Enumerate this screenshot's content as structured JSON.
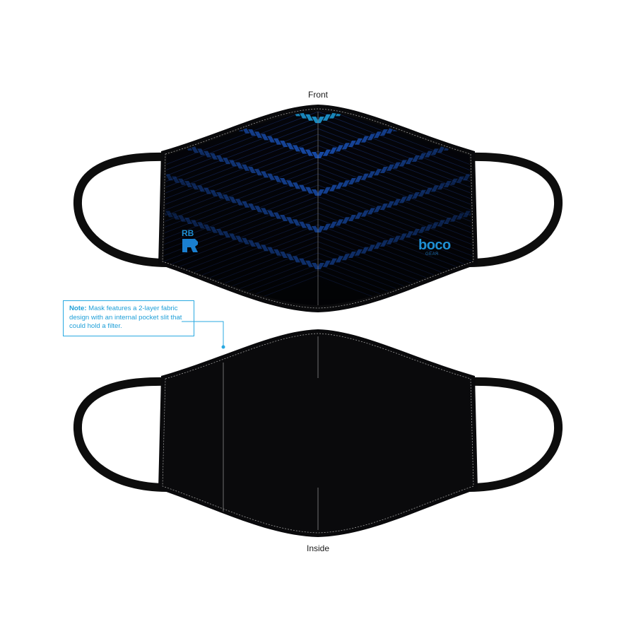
{
  "labels": {
    "front": "Front",
    "inside": "Inside"
  },
  "note": {
    "prefix": "Note:",
    "text": " Mask features a 2-layer fabric design with an internal pocket slit that could hold a filter."
  },
  "brands": {
    "left_logo": "RB",
    "right_logo": "boco",
    "right_logo_sub": "GEAR"
  },
  "colors": {
    "mask_black": "#0a0a0c",
    "strap": "#0d0d0d",
    "pattern_blue": "#1d5fd6",
    "pattern_cyan": "#1fa8e8",
    "note_blue": "#29a9e1",
    "stitch": "#9a9a9a"
  }
}
